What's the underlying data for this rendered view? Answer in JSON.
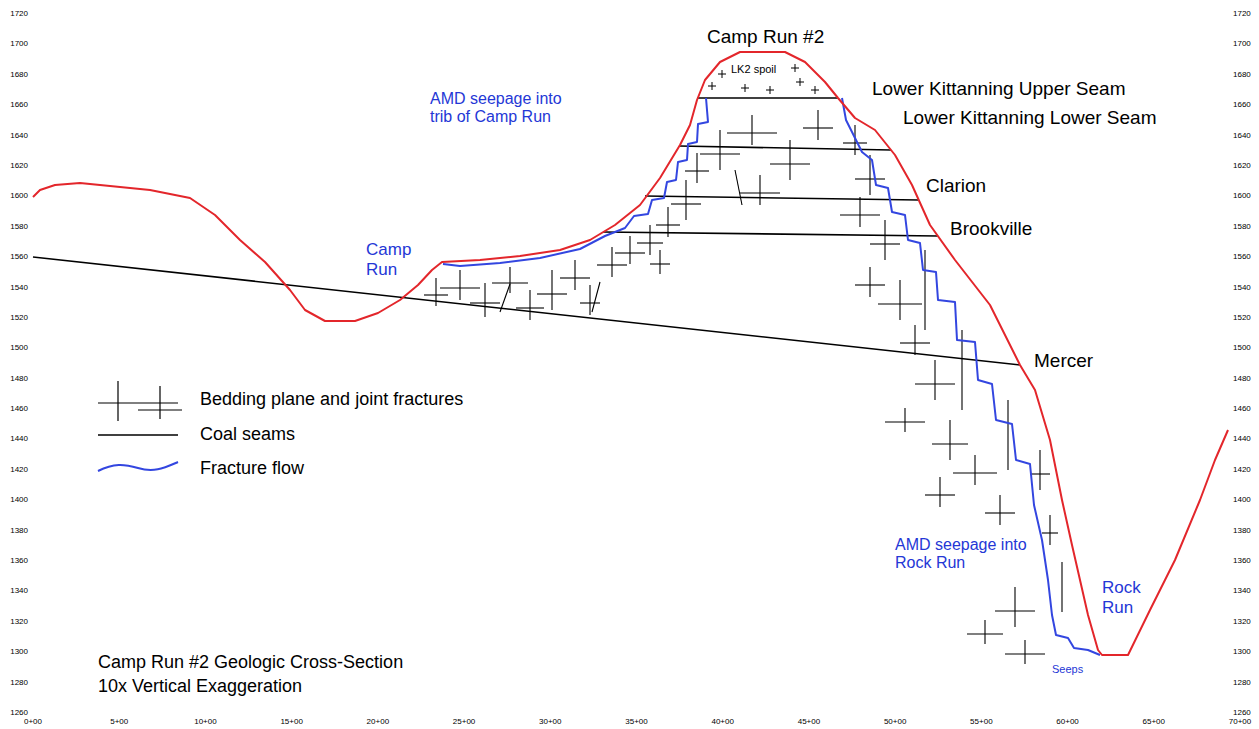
{
  "diagram": {
    "title": "Camp Run #2 Geologic Cross-Section",
    "caption": "10x Vertical Exaggeration",
    "labels": [
      "Camp Run #2",
      "LK2 spoil",
      "Lower Kittanning Upper Seam",
      "AMD seepage into trib of Camp Run",
      "Lower Kittanning Lower Seam",
      "Clarion",
      "Camp Run",
      "Brookville",
      "Mercer",
      "AMD seepage into Rock Run",
      "Rock Run",
      "Seeps",
      "1720",
      "1700",
      "1680",
      "1660",
      "1640",
      "1620",
      "1600",
      "1580",
      "1560",
      "1540",
      "1520",
      "1500",
      "1480",
      "1460",
      "1440",
      "1420",
      "1400",
      "1380",
      "1360",
      "1340",
      "1320",
      "1300",
      "1280",
      "1260",
      "1720",
      "1700",
      "1680",
      "1660",
      "1640",
      "1620",
      "1600",
      "1580",
      "1560",
      "1540",
      "1520",
      "1500",
      "1480",
      "1460",
      "1440",
      "1420",
      "1400",
      "1380",
      "1360",
      "1340",
      "1320",
      "1300",
      "1280",
      "1260",
      "0+00",
      "5+00",
      "10+00",
      "15+00",
      "20+00",
      "25+00",
      "30+00",
      "35+00",
      "40+00",
      "45+00",
      "50+00",
      "55+00",
      "60+00",
      "65+00",
      "70+00"
    ],
    "legend": [
      {
        "text": "Bedding plane and joint fractures"
      },
      {
        "text": "Coal seams"
      },
      {
        "text": "Fracture flow"
      }
    ]
  }
}
